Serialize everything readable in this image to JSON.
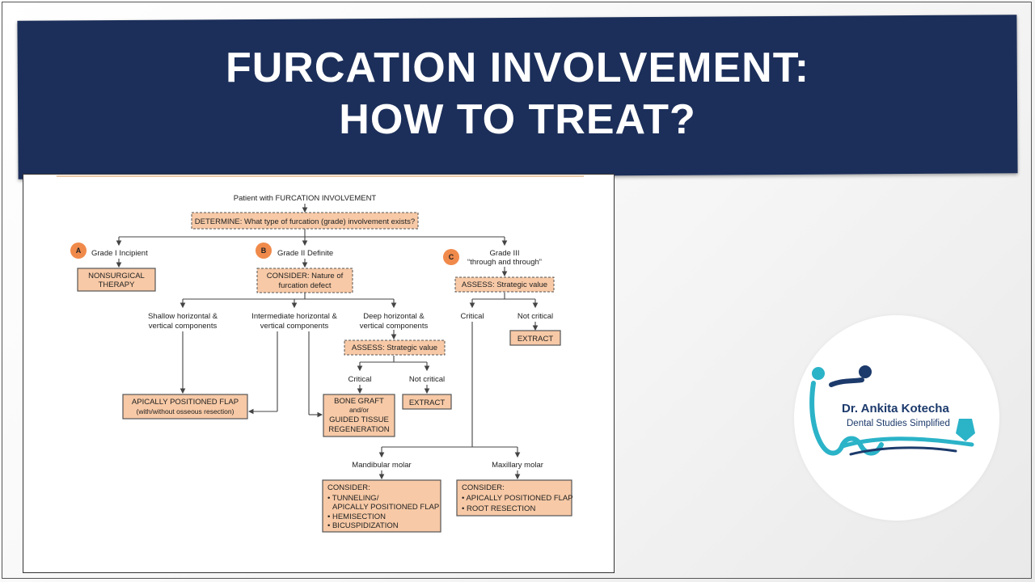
{
  "title": {
    "line1": "FURCATION INVOLVEMENT:",
    "line2": "HOW TO TREAT?"
  },
  "flowchart": {
    "root": "Patient with FURCATION INVOLVEMENT",
    "determine": "DETERMINE: What type of furcation (grade) involvement exists?",
    "badges": {
      "a": "A",
      "b": "B",
      "c": "C"
    },
    "grade1": "Grade I Incipient",
    "grade2": "Grade II Definite",
    "grade3_l1": "Grade III",
    "grade3_l2": "“through and through”",
    "nonsurgical_l1": "NONSURGICAL",
    "nonsurgical_l2": "THERAPY",
    "consider_nature_l1": "CONSIDER: Nature of",
    "consider_nature_l2": "furcation defect",
    "assess_right": "ASSESS: Strategic value",
    "critical_right": "Critical",
    "not_critical_right": "Not critical",
    "extract_right": "EXTRACT",
    "shallow_l1": "Shallow horizontal &",
    "shallow_l2": "vertical components",
    "intermediate_l1": "Intermediate horizontal &",
    "intermediate_l2": "vertical components",
    "deep_l1": "Deep horizontal &",
    "deep_l2": "vertical components",
    "assess_mid": "ASSESS: Strategic value",
    "critical_mid": "Critical",
    "not_critical_mid": "Not critical",
    "apical_l1": "APICALLY POSITIONED FLAP",
    "apical_l2": "(with/without osseous resection)",
    "bone_l1": "BONE GRAFT",
    "bone_l2": "and/or",
    "bone_l3": "GUIDED TISSUE",
    "bone_l4": "REGENERATION",
    "extract_mid": "EXTRACT",
    "mandibular": "Mandibular molar",
    "maxillary": "Maxillary molar",
    "mand_consider": {
      "head": "CONSIDER:",
      "l1": "• TUNNELING/",
      "l2": "APICALLY POSITIONED FLAP",
      "l3": "• HEMISECTION",
      "l4": "• BICUSPIDIZATION"
    },
    "max_consider": {
      "head": "CONSIDER:",
      "l1": "• APICALLY POSITIONED FLAP",
      "l2": "• ROOT RESECTION"
    }
  },
  "logo": {
    "name": "Dr. Ankita Kotecha",
    "tagline": "Dental Studies Simplified"
  },
  "colors": {
    "banner": "#1c2f5a",
    "box_fill": "#f7c9a6",
    "badge": "#f08a4b",
    "logo_teal": "#2bb3c8",
    "logo_navy": "#1c3a6b"
  }
}
